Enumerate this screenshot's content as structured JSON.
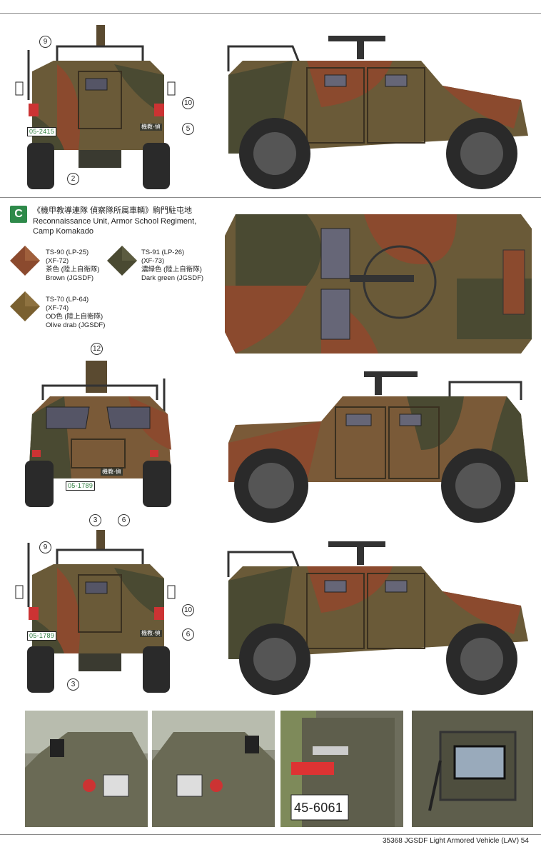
{
  "scheme": {
    "badge": "C",
    "title_jp": "《機甲教導連隊 偵察隊所属車輌》駒門駐屯地",
    "title_en_line1": "Reconnaissance Unit, Armor School Regiment,",
    "title_en_line2": "Camp Komakado"
  },
  "paints": [
    {
      "code": "TS-90 (LP-25)",
      "alt": "(XF-72)",
      "jp": "茶色 (陸上自衛隊)",
      "en": "Brown (JGSDF)",
      "color": "#8b4a2e"
    },
    {
      "code": "TS-91 (LP-26)",
      "alt": "(XF-73)",
      "jp": "濃緑色 (陸上自衛隊)",
      "en": "Dark green (JGSDF)",
      "color": "#4a4a32"
    },
    {
      "code": "TS-70 (LP-64)",
      "alt": "(XF-74)",
      "jp": "OD色 (陸上自衛隊)",
      "en": "Olive drab (JGSDF)",
      "color": "#7a6030"
    }
  ],
  "callouts": {
    "n9": "9",
    "n10": "10",
    "n5": "5",
    "n2": "2",
    "n12": "12",
    "n3": "3",
    "n6": "6"
  },
  "plates": {
    "top_rear": "05-2415",
    "front": "05-1789",
    "bottom_rear": "05-1789",
    "photo_plate": "45-6061"
  },
  "unit_tags": {
    "top": "機教-偵",
    "front": "機教-偵",
    "bottom": "機教-偵"
  },
  "footer": {
    "text": "35368 JGSDF Light Armored Vehicle (LAV) 54"
  },
  "colors": {
    "brown": "#8b4a2e",
    "green": "#4a4a32",
    "olive": "#7a6030",
    "accent_green": "#2e8a4a"
  }
}
